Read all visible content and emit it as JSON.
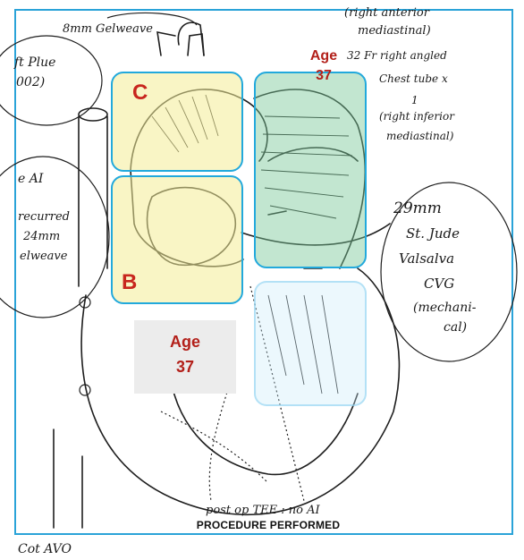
{
  "overlay_labels": {
    "c_letter": "C",
    "b_letter": "B",
    "age_top_right_word": "Age",
    "age_top_right_value": "37",
    "age_bottom_word": "Age",
    "age_bottom_value": "37"
  },
  "printed": {
    "procedure_performed": "PROCEDURE PERFORMED"
  },
  "handwritten_notes": {
    "top_left_size": "8mm Gelweave",
    "top_right_line1": "(right anterior",
    "top_right_line2": "mediastinal)",
    "top_right_line3": "32 Fr right angled",
    "top_right_line4": "Chest tube x",
    "top_right_line5": "1",
    "top_right_line6": "(right inferior",
    "top_right_line7": "mediastinal)",
    "left_upper": "ft Plue",
    "left_upper2": "002)",
    "left_mid": "e AI",
    "left_recurred1": "recurred",
    "left_recurred2": "24mm",
    "left_recurred3": "elweave",
    "right_mid1": "29mm",
    "right_mid2": "St. Jude",
    "right_mid3": "Valsalva",
    "right_mid4": "CVG",
    "right_mid5": "(mechani-",
    "right_mid6": "cal)",
    "bottom_note": "post op TEE : no AI",
    "bottom_left": "Cot AVO"
  }
}
